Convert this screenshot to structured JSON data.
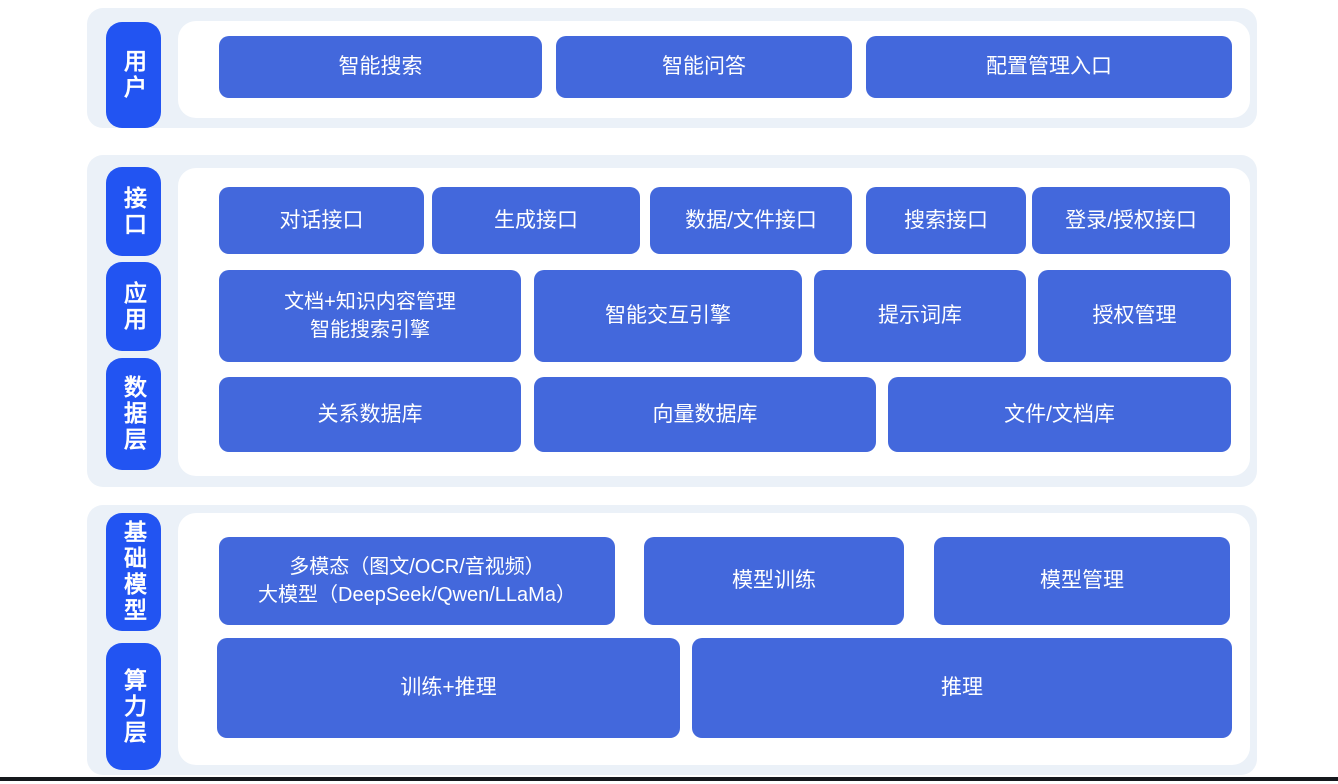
{
  "colors": {
    "button": "#4368dc",
    "pill": "#2254f2",
    "panel_bg": "#ebf1f8",
    "bottom_line": "#15181d"
  },
  "sections": [
    {
      "name": "user-layer",
      "pills": [
        {
          "label": "用户"
        }
      ],
      "rows": [
        {
          "buttons": [
            {
              "label": "智能搜索"
            },
            {
              "label": "智能问答"
            },
            {
              "label": "配置管理入口"
            }
          ]
        }
      ]
    },
    {
      "name": "platform-layer",
      "pills": [
        {
          "label": "接口"
        },
        {
          "label": "应用"
        },
        {
          "label": "数据层"
        }
      ],
      "rows": [
        {
          "buttons": [
            {
              "label": "对话接口"
            },
            {
              "label": "生成接口"
            },
            {
              "label": "数据/文件接口"
            },
            {
              "label": "搜索接口"
            },
            {
              "label": "登录/授权接口"
            }
          ]
        },
        {
          "buttons": [
            {
              "label": "文档+知识内容管理",
              "label2": "智能搜索引擎"
            },
            {
              "label": "智能交互引擎"
            },
            {
              "label": "提示词库"
            },
            {
              "label": "授权管理"
            }
          ]
        },
        {
          "buttons": [
            {
              "label": "关系数据库"
            },
            {
              "label": "向量数据库"
            },
            {
              "label": "文件/文档库"
            }
          ]
        }
      ]
    },
    {
      "name": "foundation-layer",
      "pills": [
        {
          "label": "基础模型"
        },
        {
          "label": "算力层"
        }
      ],
      "rows": [
        {
          "buttons": [
            {
              "label": "多模态（图文/OCR/音视频）",
              "label2": "大模型（DeepSeek/Qwen/LLaMa）"
            },
            {
              "label": "模型训练"
            },
            {
              "label": "模型管理"
            }
          ]
        },
        {
          "buttons": [
            {
              "label": "训练+推理"
            },
            {
              "label": "推理"
            }
          ]
        }
      ]
    }
  ]
}
